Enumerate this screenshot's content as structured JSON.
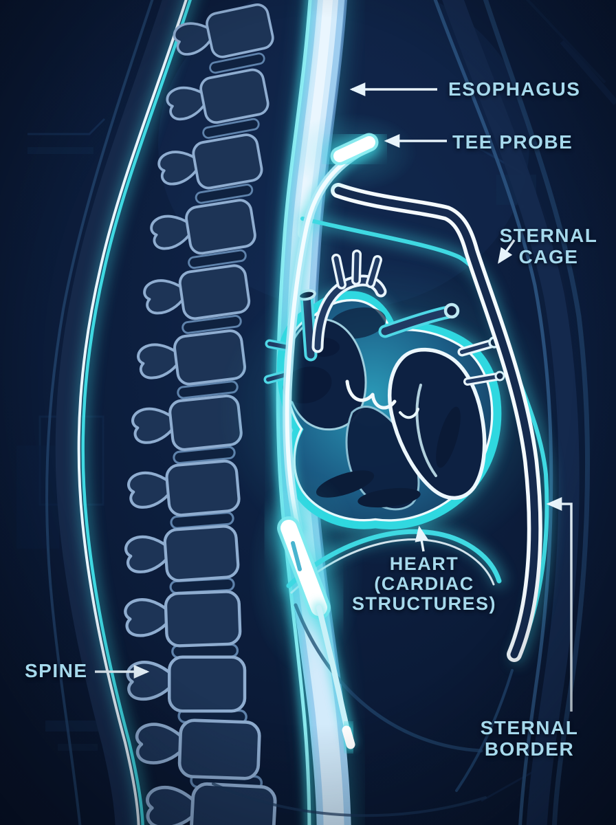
{
  "callouts": {
    "esophagus": {
      "text": "ESOPHAGUS"
    },
    "tee_probe": {
      "text": "TEE PROBE"
    },
    "sternal_cage": {
      "line1": "STERNAL",
      "line2": "CAGE"
    },
    "heart": {
      "line1": "HEART",
      "line2": "(CARDIAC",
      "line3": "STRUCTURES)"
    },
    "spine": {
      "text": "SPINE"
    },
    "sternal_border": {
      "line1": "STERNAL",
      "line2": "BORDER"
    }
  },
  "colors": {
    "bg_deep": "#081428",
    "bg_mid": "#0d2040",
    "label_text": "#a6d9ec",
    "leader": "#e8f4fb",
    "accent_cyan": "#3fd9e2",
    "glow_white": "#eefaff",
    "bone_stroke": "#8fadd0",
    "bone_fill": "#1d3456",
    "disc_fill": "#0f2240",
    "esophagus_band": "#9ecdef",
    "esophagus_core": "#d6ecfb",
    "heart_teal": "#1c6e94",
    "chamber_navy": "#0d2142",
    "sternum_white": "#f4fafe",
    "sternum_core": "#152a4e",
    "body_line": "#2b5380",
    "band_dark": "#16294a"
  }
}
